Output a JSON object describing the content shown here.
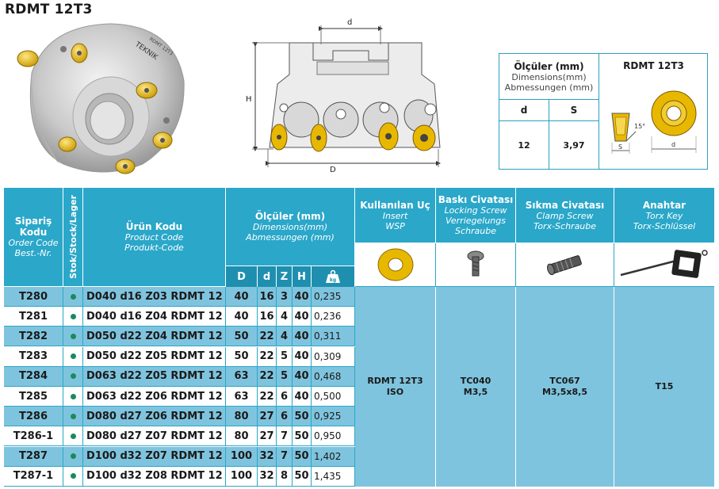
{
  "title": "RDMT 12T3",
  "photo": {
    "brand_text": "TEKNIK",
    "model_text": "RDMT 12T3"
  },
  "drawing": {
    "dim_d": "d",
    "dim_H": "H",
    "dim_D": "D"
  },
  "dimbox": {
    "header_tr": "Ölçüler (mm)",
    "header_en": "Dimensions(mm)",
    "header_de": "Abmessungen (mm)",
    "col_d": "d",
    "col_s": "S",
    "val_d": "12",
    "val_s": "3,97",
    "insert_title": "RDMT 12T3",
    "angle_label": "15°",
    "s_label": "S",
    "d_label": "d"
  },
  "table": {
    "headers": {
      "order": {
        "tr": "Sipariş Kodu",
        "en": "Order Code",
        "de": "Best.-Nr."
      },
      "stock": "Stok/Stock/Lager",
      "product": {
        "tr": "Ürün Kodu",
        "en": "Product Code",
        "de": "Produkt-Code"
      },
      "dims": {
        "tr": "Ölçüler (mm)",
        "en": "Dimensions(mm)",
        "de": "Abmessungen (mm)"
      },
      "insert": {
        "tr": "Kullanılan Uç",
        "en": "Insert",
        "de": "WSP"
      },
      "lock": {
        "tr": "Baskı Civatası",
        "en": "Locking Screw",
        "de": "Verriegelungs Schraube"
      },
      "clamp": {
        "tr": "Sıkma Civatası",
        "en": "Clamp Screw",
        "de": "Torx-Schraube"
      },
      "key": {
        "tr": "Anahtar",
        "en": "Torx Key",
        "de": "Torx-Schlüssel"
      },
      "sub": {
        "D": "D",
        "d": "d",
        "Z": "Z",
        "H": "H",
        "kg": "kg"
      }
    },
    "rows": [
      {
        "order": "T280",
        "product": "D040 d16 Z03 RDMT 12",
        "D": "40",
        "d": "16",
        "Z": "3",
        "H": "40",
        "kg": "0,235"
      },
      {
        "order": "T281",
        "product": "D040 d16 Z04 RDMT 12",
        "D": "40",
        "d": "16",
        "Z": "4",
        "H": "40",
        "kg": "0,236"
      },
      {
        "order": "T282",
        "product": "D050 d22 Z04 RDMT 12",
        "D": "50",
        "d": "22",
        "Z": "4",
        "H": "40",
        "kg": "0,311"
      },
      {
        "order": "T283",
        "product": "D050 d22 Z05 RDMT 12",
        "D": "50",
        "d": "22",
        "Z": "5",
        "H": "40",
        "kg": "0,309"
      },
      {
        "order": "T284",
        "product": "D063 d22 Z05 RDMT 12",
        "D": "63",
        "d": "22",
        "Z": "5",
        "H": "40",
        "kg": "0,468"
      },
      {
        "order": "T285",
        "product": "D063 d22 Z06 RDMT 12",
        "D": "63",
        "d": "22",
        "Z": "6",
        "H": "40",
        "kg": "0,500"
      },
      {
        "order": "T286",
        "product": "D080 d27 Z06 RDMT 12",
        "D": "80",
        "d": "27",
        "Z": "6",
        "H": "50",
        "kg": "0,925"
      },
      {
        "order": "T286-1",
        "product": "D080 d27 Z07 RDMT 12",
        "D": "80",
        "d": "27",
        "Z": "7",
        "H": "50",
        "kg": "0,950"
      },
      {
        "order": "T287",
        "product": "D100 d32 Z07 RDMT 12",
        "D": "100",
        "d": "32",
        "Z": "7",
        "H": "50",
        "kg": "1,402"
      },
      {
        "order": "T287-1",
        "product": "D100 d32 Z08 RDMT 12",
        "D": "100",
        "d": "32",
        "Z": "8",
        "H": "50",
        "kg": "1,435"
      }
    ],
    "merged": {
      "insert_l1": "RDMT 12T3",
      "insert_l2": "ISO",
      "lock_l1": "TC040",
      "lock_l2": "M3,5",
      "clamp_l1": "TC067",
      "clamp_l2": "M3,5x8,5",
      "key": "T15"
    }
  },
  "colors": {
    "header": "#2aa7c9",
    "row_blue": "#7fc4de",
    "stock_dot": "#1a8a5a",
    "insert_gold": "#e8b800"
  }
}
